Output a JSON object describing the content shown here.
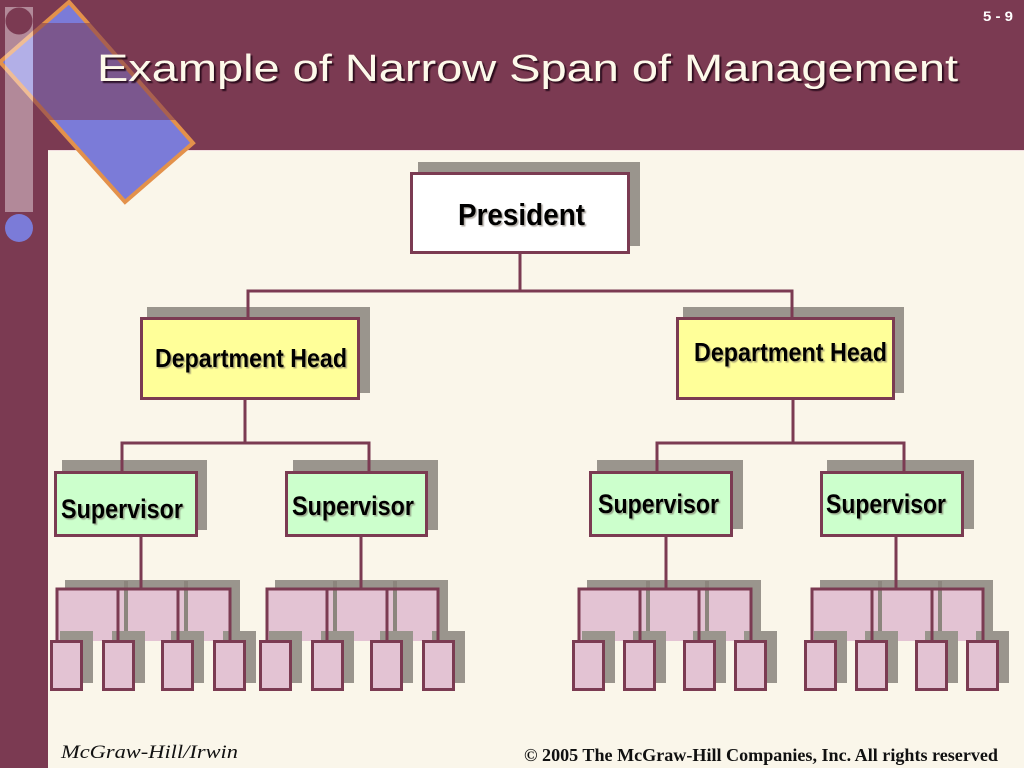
{
  "slide": {
    "number": "5 - 9",
    "title": "Example of Narrow Span of Management"
  },
  "org_chart": {
    "president": {
      "label": "President"
    },
    "department_heads": [
      {
        "label": "Department Head",
        "supervisors": [
          {
            "label": "Supervisor",
            "employee_count": 4
          },
          {
            "label": "Supervisor",
            "employee_count": 4
          }
        ]
      },
      {
        "label": "Department Head",
        "supervisors": [
          {
            "label": "Supervisor",
            "employee_count": 4
          },
          {
            "label": "Supervisor",
            "employee_count": 4
          }
        ]
      }
    ]
  },
  "footer": {
    "publisher": "McGraw-Hill/Irwin",
    "copyright": "© 2005 The McGraw-Hill Companies, Inc. All rights reserved"
  },
  "colors": {
    "background": "#7b3a52",
    "panel": "#faf6ea",
    "box_border": "#7b3b52",
    "president_fill": "#ffffff",
    "department_head_fill": "#ffff99",
    "supervisor_fill": "#ccffcc",
    "employee_fill": "#e3c3d3",
    "shadow": "#9a958d",
    "accent_diamond": "#7b7bd8",
    "accent_diamond_border": "#e3914b"
  }
}
